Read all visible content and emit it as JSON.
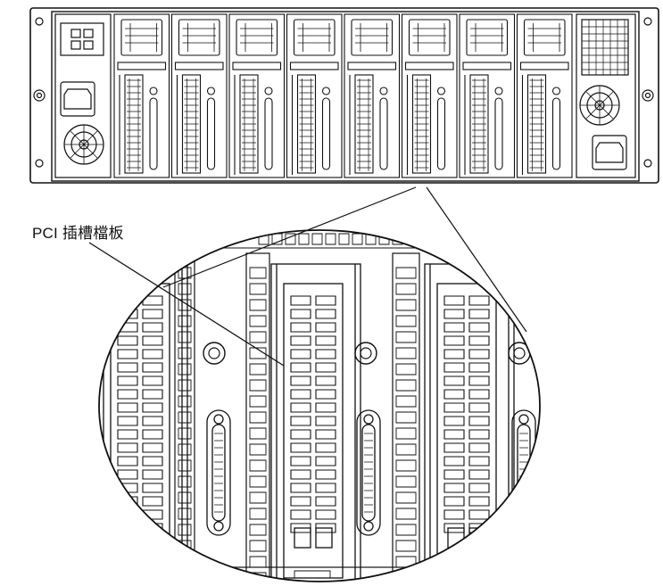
{
  "callout": {
    "label": "PCI 插槽檔板"
  },
  "chassis": {
    "pci_slot_count": 8,
    "power_supply_count": 2
  },
  "colors": {
    "line": "#111111",
    "background": "#ffffff"
  }
}
